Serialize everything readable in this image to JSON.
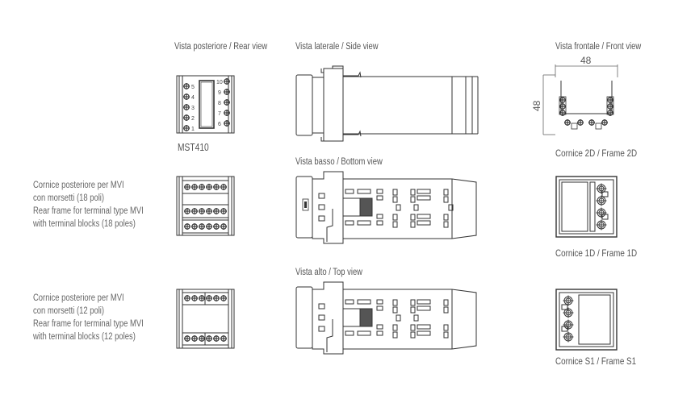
{
  "views": {
    "rear": "Vista posteriore / Rear view",
    "side": "Vista laterale / Side view",
    "front": "Vista frontale / Front view",
    "bottom": "Vista basso / Bottom view",
    "top": "Vista alto / Top view"
  },
  "rear_model": "MST410",
  "rear_pins_left": [
    "5",
    "4",
    "3",
    "2",
    "1"
  ],
  "rear_pins_right": [
    "10",
    "9",
    "8",
    "7",
    "6"
  ],
  "dimensions": {
    "width": "48",
    "height": "48"
  },
  "frames": {
    "f2d": "Cornice 2D / Frame 2D",
    "f1d": "Cornice 1D / Frame 1D",
    "fs1": "Cornice S1 / Frame S1"
  },
  "desc18": [
    "Cornice posteriore per MVI",
    "con morsetti (18 poli)",
    "Rear frame for terminal type MVI",
    "with terminal blocks (18 poles)"
  ],
  "desc12": [
    "Cornice posteriore per MVI",
    "con morsetti (12 poli)",
    "Rear frame for terminal type MVI",
    "with terminal blocks (12 poles)"
  ]
}
